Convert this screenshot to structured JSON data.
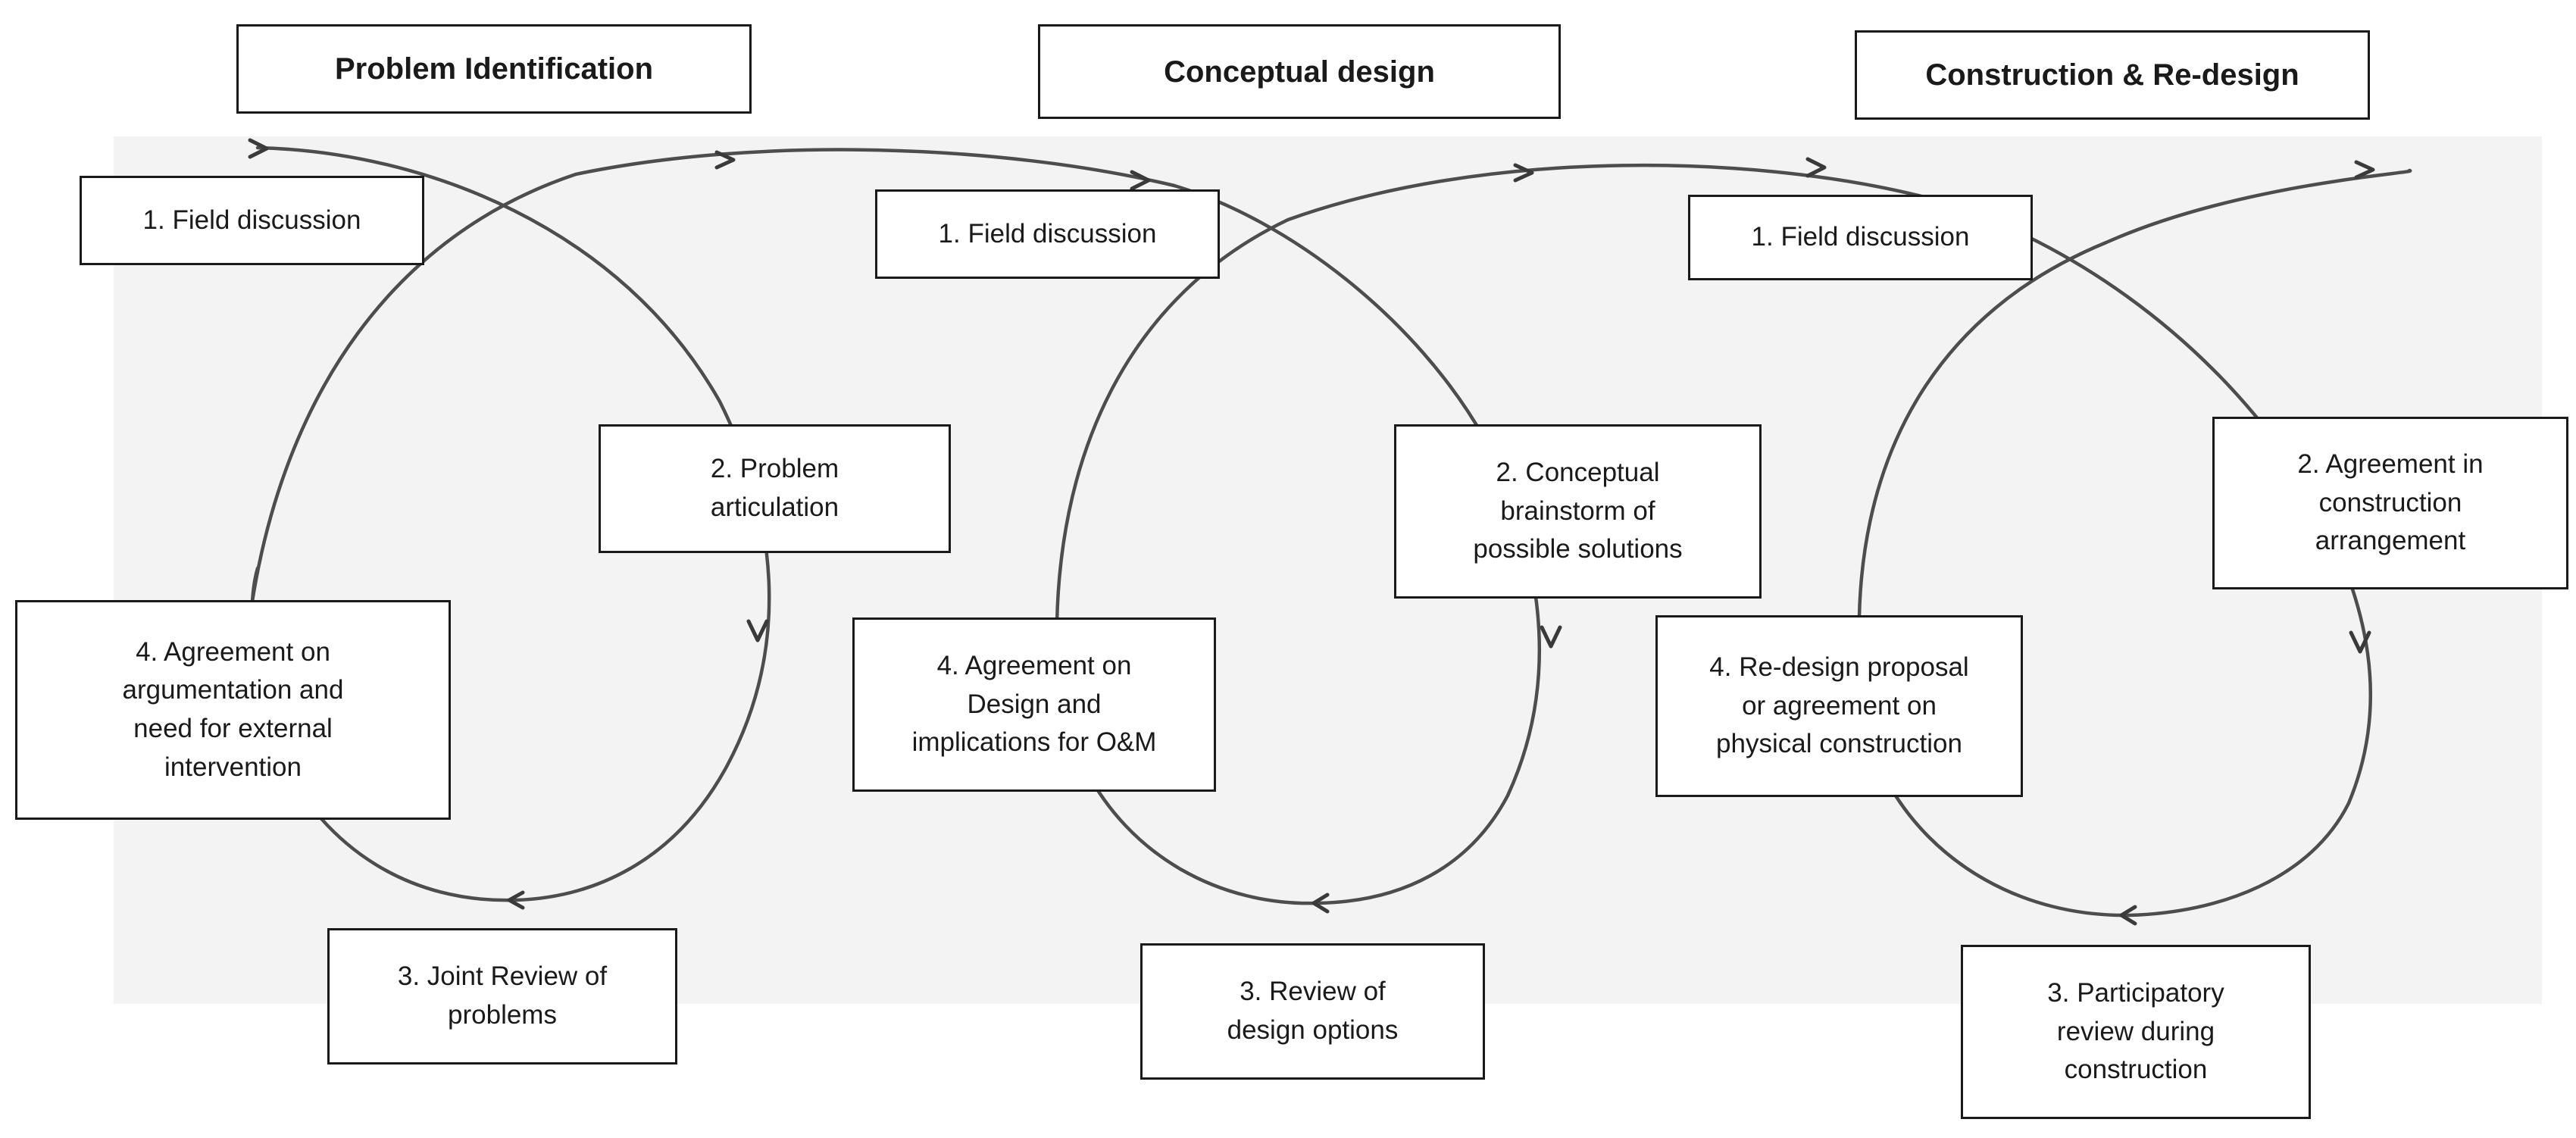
{
  "phases": [
    {
      "title": "Problem Identification",
      "steps": [
        "1. Field discussion",
        "2. Problem\narticulation",
        "3. Joint Review of\nproblems",
        "4. Agreement on\nargumentation and\nneed for external\nintervention"
      ]
    },
    {
      "title": "Conceptual design",
      "steps": [
        "1. Field discussion",
        "2. Conceptual\nbrainstorm of\npossible solutions",
        "3. Review of\ndesign options",
        "4. Agreement on\nDesign and\nimplications for O&M"
      ]
    },
    {
      "title": "Construction & Re-design",
      "steps": [
        "1. Field discussion",
        "2. Agreement in\nconstruction\narrangement",
        "3. Participatory\nreview during\nconstruction",
        "4. Re-design proposal\nor agreement on\nphysical construction"
      ]
    }
  ],
  "colors": {
    "line": "#4d4d4d",
    "box_border": "#1a1a1a",
    "backdrop": "#f3f3f3"
  }
}
